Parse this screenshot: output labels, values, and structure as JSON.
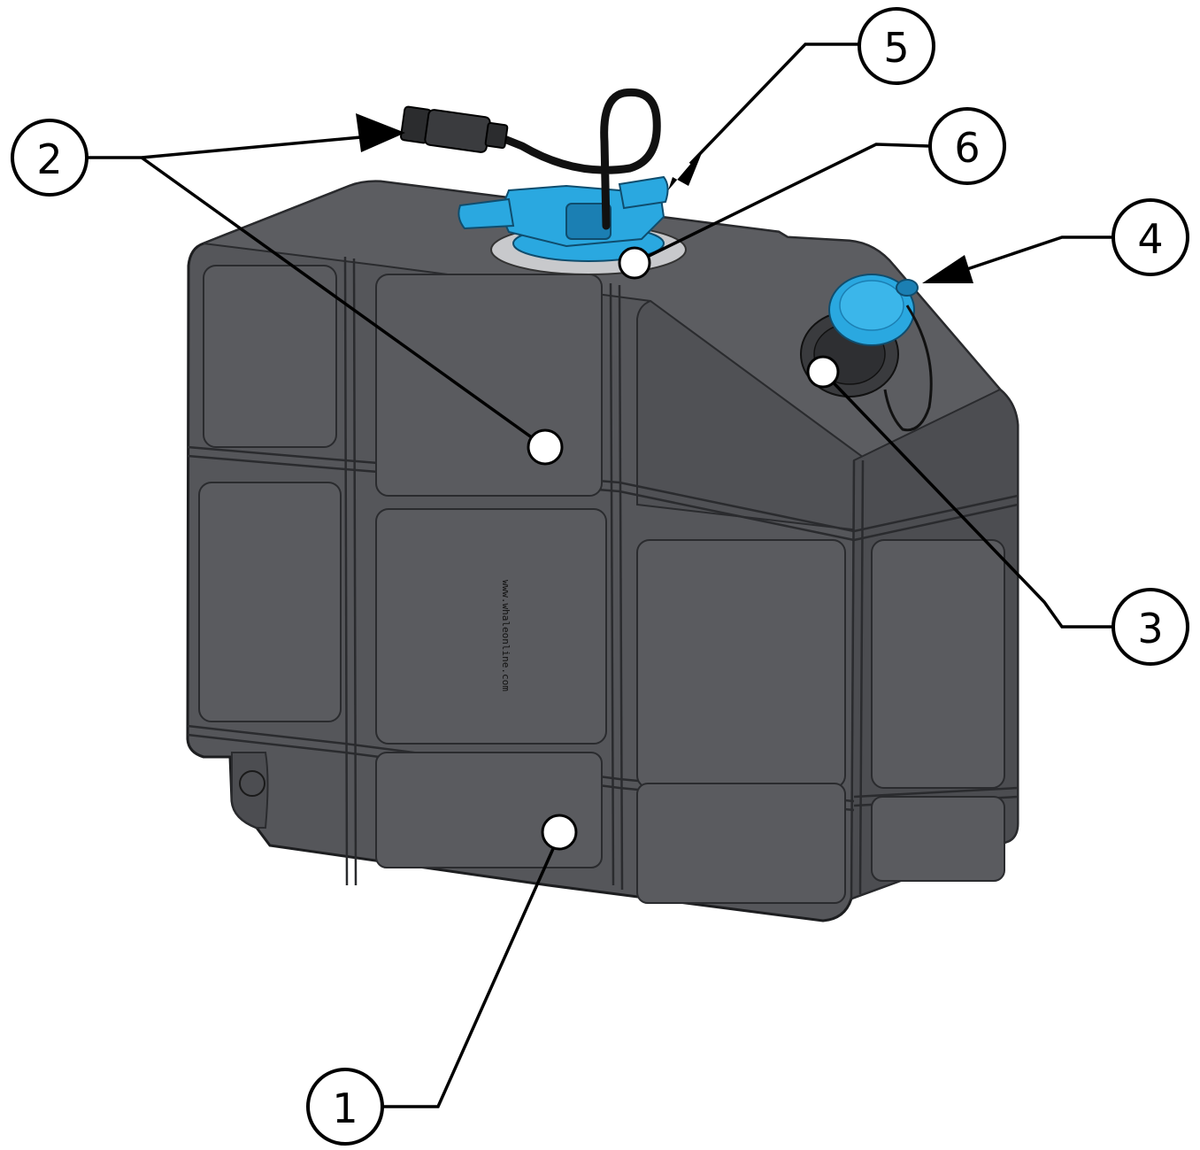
{
  "figure": {
    "callouts": [
      {
        "id": "c1",
        "label": "1"
      },
      {
        "id": "c2",
        "label": "2"
      },
      {
        "id": "c3",
        "label": "3"
      },
      {
        "id": "c4",
        "label": "4"
      },
      {
        "id": "c5",
        "label": "5"
      },
      {
        "id": "c6",
        "label": "6"
      }
    ],
    "embossed_text": "www.whaleonline.com",
    "colors": {
      "tank_body": "#55565a",
      "tank_edge": "#2a2b2e",
      "fitting_blue": "#2aa8e0",
      "fitting_dark": "#1b7fb3",
      "outline": "#000000",
      "marker_fill": "#ffffff"
    }
  }
}
